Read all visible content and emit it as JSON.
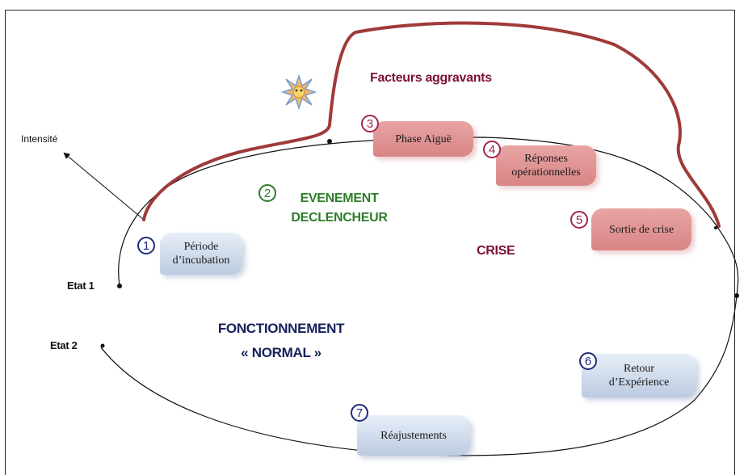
{
  "axis": {
    "label": "Intensité"
  },
  "states": {
    "state1": "Etat 1",
    "state2": "Etat 2"
  },
  "labels": {
    "aggravating": "Facteurs aggravants",
    "trigger_line1": "EVENEMENT",
    "trigger_line2": "DECLENCHEUR",
    "crisis": "CRISE",
    "normal_line1": "FONCTIONNEMENT",
    "normal_line2": "« NORMAL »"
  },
  "steps": [
    {
      "number": "1",
      "line1": "Période",
      "line2": "d’incubation"
    },
    {
      "number": "2"
    },
    {
      "number": "3",
      "line1": "Phase Aiguë"
    },
    {
      "number": "4",
      "line1": "Réponses",
      "line2": "opérationnelles"
    },
    {
      "number": "5",
      "line1": "Sortie de crise"
    },
    {
      "number": "6",
      "line1": "Retour",
      "line2": "d’Expérience"
    },
    {
      "number": "7",
      "line1": "Réajustements"
    }
  ],
  "colors": {
    "crisis_curve": "#a03a3a",
    "outline": "#111111",
    "green": "#2f7d2a",
    "navy": "#14215a",
    "maroon": "#7a1133",
    "red_box": "#e09595",
    "blue_box": "#cfdaeb"
  },
  "icons": {
    "burst": "explosion-burst-icon"
  }
}
